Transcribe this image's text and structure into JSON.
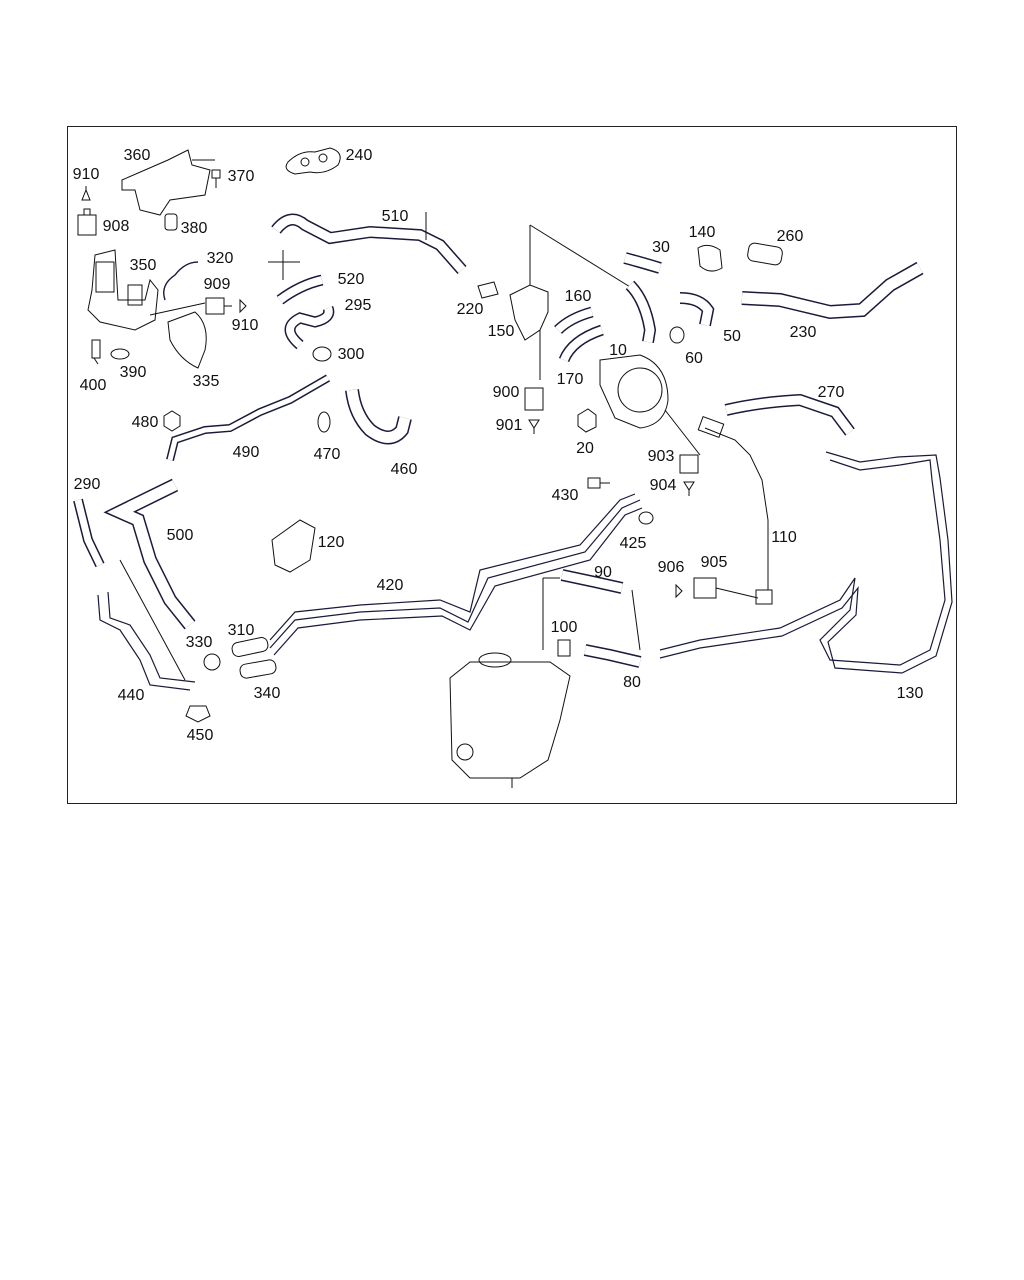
{
  "colors": {
    "line": "#1a1a3a",
    "frame": "#222222",
    "text": "#111111",
    "background": "#ffffff"
  },
  "labels": {
    "p360": "360",
    "p370": "370",
    "p240": "240",
    "p910a": "910",
    "p908": "908",
    "p380": "380",
    "p350": "350",
    "p320": "320",
    "p909": "909",
    "p910b": "910",
    "p400": "400",
    "p390": "390",
    "p335": "335",
    "p510": "510",
    "p520": "520",
    "p295": "295",
    "p300": "300",
    "p220": "220",
    "p150": "150",
    "p160": "160",
    "p170": "170",
    "p900": "900",
    "p901": "901",
    "p20": "20",
    "p30": "30",
    "p140": "140",
    "p260": "260",
    "p10": "10",
    "p60": "60",
    "p50": "50",
    "p230": "230",
    "p270": "270",
    "p480": "480",
    "p490": "490",
    "p470": "470",
    "p460": "460",
    "p903": "903",
    "p904": "904",
    "p110": "110",
    "p290": "290",
    "p500": "500",
    "p120": "120",
    "p430": "430",
    "p425": "425",
    "p420": "420",
    "p90": "90",
    "p906": "906",
    "p905": "905",
    "p100": "100",
    "p80": "80",
    "p130": "130",
    "p330": "330",
    "p310": "310",
    "p340": "340",
    "p440": "440",
    "p450": "450"
  }
}
